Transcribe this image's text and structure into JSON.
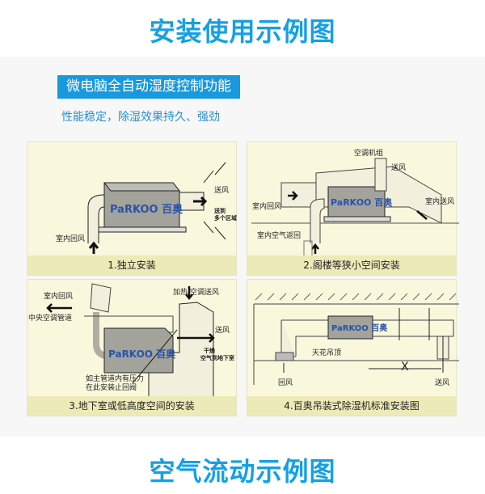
{
  "header": {
    "title": "安装使用示例图",
    "badge": "微电脑全自动湿度控制功能",
    "subtitle": "性能稳定，除湿效果持久、强劲"
  },
  "footer": {
    "title": "空气流动示例图"
  },
  "brand": "PaRKOO 百奥",
  "panels": [
    {
      "caption": "1.独立安装",
      "labels": [
        "送风",
        "送到",
        "多个区域",
        "室内回风"
      ]
    },
    {
      "caption": "2.阁楼等狭小空间安装",
      "labels": [
        "空调机组",
        "送风",
        "室内回风",
        "室内送风",
        "室内空气返回"
      ]
    },
    {
      "caption": "3.地下室或低高度空间的安装",
      "labels": [
        "室内回风",
        "加热/空调送风",
        "中央空调管道",
        "送风",
        "干燥",
        "空气到地下室",
        "如主管道内有压力",
        "在此安装止回阀"
      ]
    },
    {
      "caption": "4.百奥吊装式除湿机标准安装图",
      "labels": [
        "天花吊顶",
        "X",
        "回风",
        "送风"
      ]
    }
  ]
}
